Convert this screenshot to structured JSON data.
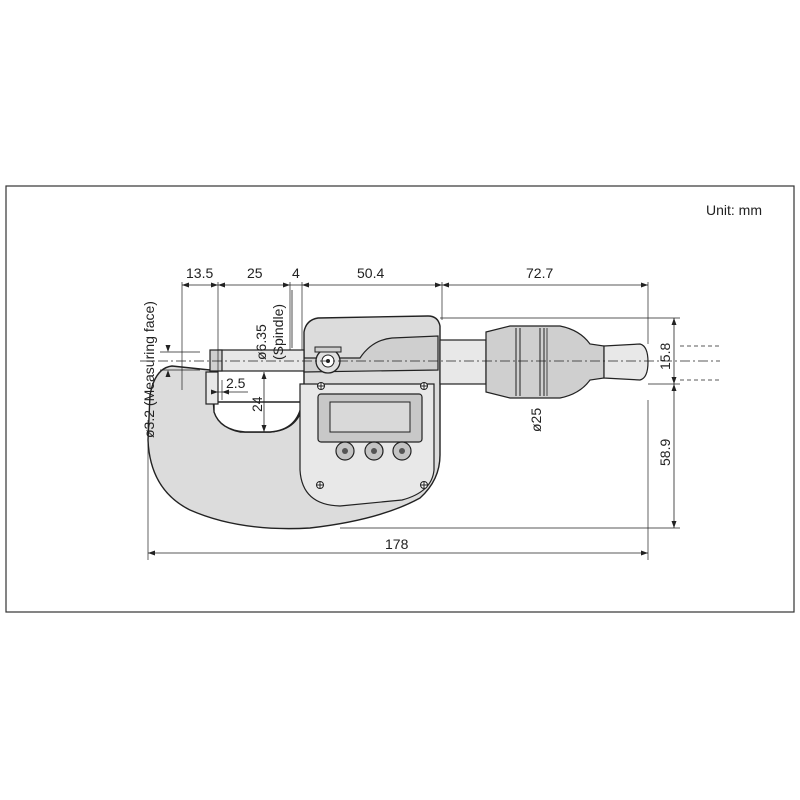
{
  "unit_label": "Unit: mm",
  "dimensions": {
    "d13_5": "13.5",
    "d25": "25",
    "d4": "4",
    "d50_4": "50.4",
    "d72_7": "72.7",
    "spindle_dia": "ø6.35",
    "spindle_label": "(Spindle)",
    "measuring_face": "ø3.2 (Measuring face)",
    "d2_5": "2.5",
    "d24": "24",
    "thimble_dia": "ø25",
    "d15_8": "15.8",
    "d58_9": "58.9",
    "d178": "178"
  },
  "icons": {
    "ratchet": "ratchet-stop-icon",
    "clamp": "spindle-clamp-icon",
    "screw": "screw-icon",
    "button": "lcd-button-icon"
  }
}
